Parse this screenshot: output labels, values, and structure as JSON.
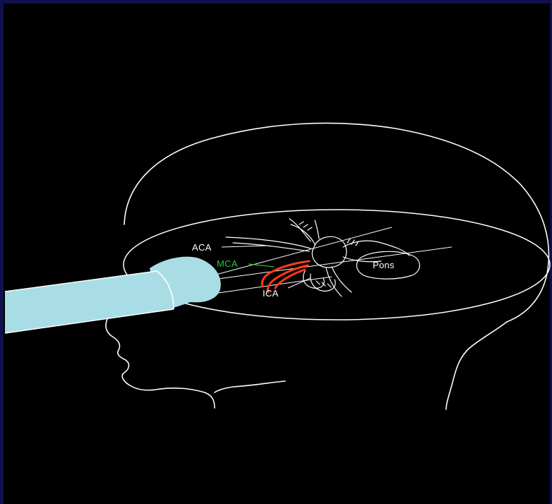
{
  "labels": {
    "aca": "ACA",
    "mca": "MCA",
    "ica": "ICA",
    "pons": "Pons"
  },
  "colors": {
    "background": "#000000",
    "border": "#10104a",
    "outline": "#ffffff",
    "probe": "#a9dde6",
    "mca_label": "#22c93a",
    "mca_vessel": "#ff3a1a"
  },
  "icons": {
    "probe": "ultrasound-probe",
    "head": "head-profile-outline"
  }
}
